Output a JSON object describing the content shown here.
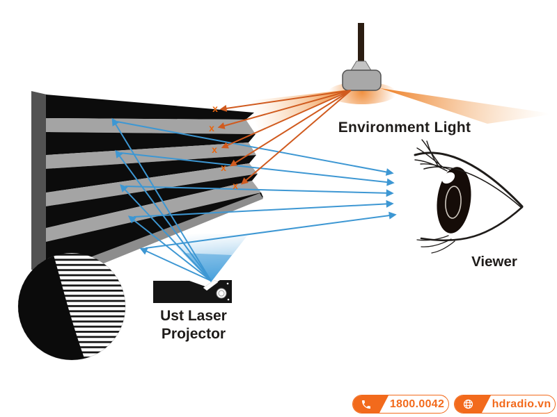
{
  "colors": {
    "accent_orange": "#F26A1C",
    "ray_orange": "#D05A1E",
    "x_orange": "#E8650F",
    "fan_orange": "#ED7C20",
    "ray_blue": "#3D97D3",
    "beam_blue": "#2D93D6",
    "ink": "#1F1C1A",
    "screen_black": "#0C0C0C",
    "screen_gray": "#A4A4A4"
  },
  "diagram": {
    "environment_light_label": "Environment Light",
    "viewer_label": "Viewer",
    "projector_label_line1": "Ust Laser",
    "projector_label_line2": "Projector",
    "reject_mark": "x",
    "icons": {
      "lamp": "ceiling-lamp-icon",
      "eye": "viewer-eye-icon",
      "projector": "ust-projector-icon",
      "screen": "alr-sawtooth-screen",
      "inset": "screen-surface-closeup-icon"
    }
  },
  "footer": {
    "phone": "1800.0042",
    "website": "hdradio.vn",
    "phone_icon": "phone-icon",
    "globe_icon": "globe-icon"
  }
}
